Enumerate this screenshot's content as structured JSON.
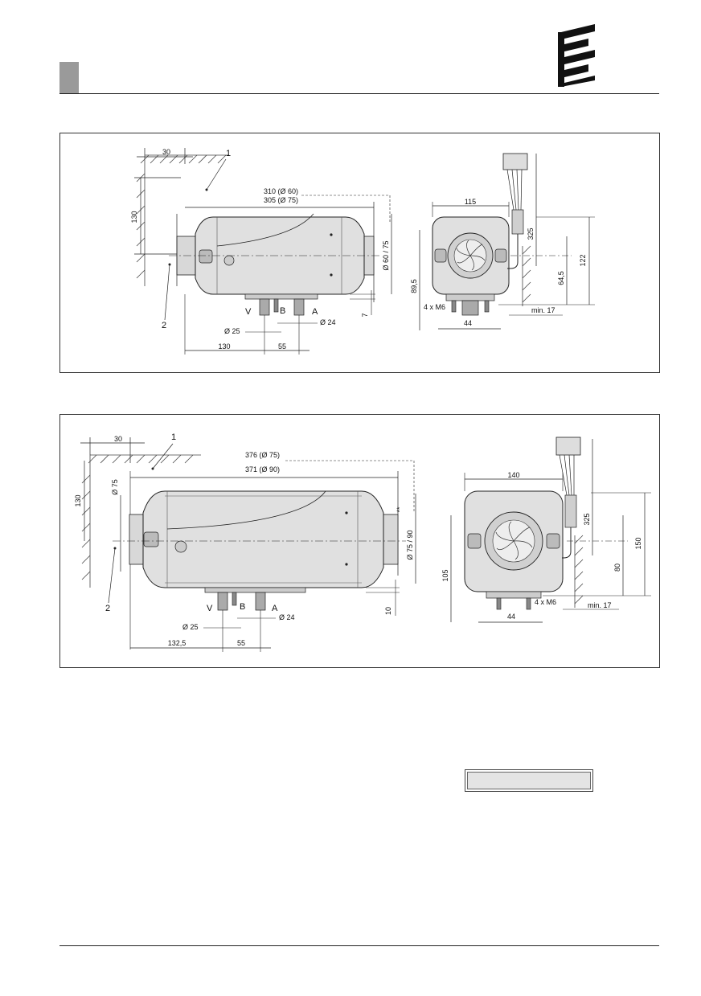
{
  "header": {
    "logo": "eberspaecher-logo-icon",
    "tab_color": "#9a9a9a"
  },
  "figure1": {
    "callout_1": "1",
    "callout_2": "2",
    "dim_30": "30",
    "dim_130_v": "130",
    "dim_length_a": "310 (Ø 60)",
    "dim_length_b": "305 (Ø 75)",
    "dim_pipe": "Ø 60 / 75",
    "label_v": "V",
    "label_b": "B",
    "label_a": "A",
    "dim_7": "7",
    "dim_d24": "Ø 24",
    "dim_d25": "Ø 25",
    "dim_130_h": "130",
    "dim_55": "55",
    "dim_115": "115",
    "dim_325": "325",
    "dim_122": "122",
    "dim_64_5": "64,5",
    "dim_89_5": "89,5",
    "dim_4xm6": "4 x M6",
    "dim_min17": "min. 17",
    "dim_44": "44"
  },
  "figure2": {
    "callout_1": "1",
    "callout_2": "2",
    "dim_30": "30",
    "dim_130_v": "130",
    "dim_d75": "Ø 75",
    "dim_length_a": "376 (Ø 75)",
    "dim_length_b": "371 (Ø 90)",
    "dim_pipe": "Ø 75 / 90",
    "star": "**",
    "label_v": "V",
    "label_b": "B",
    "label_a": "A",
    "dim_10": "10",
    "dim_d24": "Ø 24",
    "dim_d25": "Ø 25",
    "dim_132_5": "132,5",
    "dim_55": "55",
    "dim_140": "140",
    "dim_325": "325",
    "dim_150": "150",
    "dim_80": "80",
    "dim_105": "105",
    "dim_4xm6": "4 x M6",
    "dim_min17": "min. 17",
    "dim_44": "44"
  }
}
